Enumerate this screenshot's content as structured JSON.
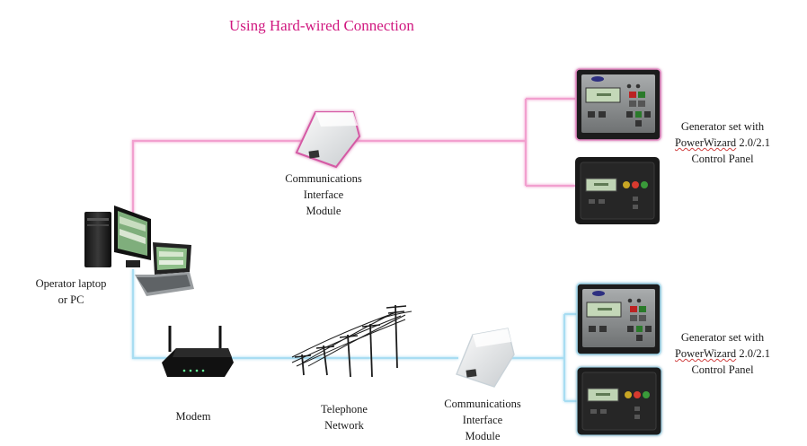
{
  "title": "Using Hard-wired Connection",
  "colors": {
    "title": "#d0177f",
    "hardwired_line": "#f2a0cf",
    "phone_line": "#a8ddf2",
    "panel_body": "#1c1c1c",
    "panel_light": "#8c8f90",
    "lcd": "#c4d8b8"
  },
  "labels": {
    "operator": [
      "Operator laptop",
      "or PC"
    ],
    "cim_top": [
      "Communications",
      "Interface",
      "Module"
    ],
    "modem": "Modem",
    "telephone": [
      "Telephone",
      "Network"
    ],
    "cim_bottom": [
      "Communications",
      "Interface",
      "Module"
    ],
    "gen_top": {
      "line1": "Generator set with",
      "line2_word": "PowerWizard",
      "line2_rest": " 2.0/2.1",
      "line3": "Control Panel"
    },
    "gen_bottom": {
      "line1": "Generator set with",
      "line2_word": "PowerWizard",
      "line2_rest": " 2.0/2.1",
      "line3": "Control Panel"
    }
  }
}
